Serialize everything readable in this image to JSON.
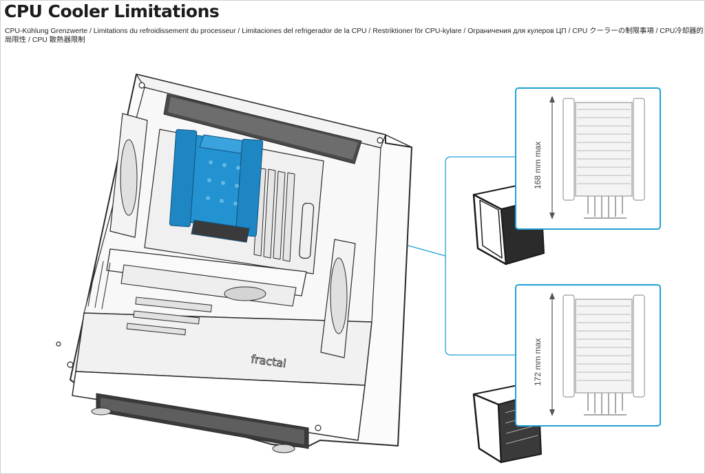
{
  "title": "CPU Cooler Limitations",
  "subtitle": "CPU-Kühlung Grenzwerte / Limitations du refroidissement du processeur / Limitaciones del refrigerador de la CPU / Restriktioner för CPU-kylare / Ограничения для кулеров ЦП / CPU クーラーの制限事項 / CPU冷却器的局限性 / CPU 散熱器限制",
  "brand_mark": "fractal",
  "callouts": [
    {
      "dimension_label": "168 mm max"
    },
    {
      "dimension_label": "172 mm max"
    }
  ],
  "colors": {
    "accent": "#1fa1d4",
    "cooler": "#2392d1",
    "line": "#2a2a2a"
  }
}
